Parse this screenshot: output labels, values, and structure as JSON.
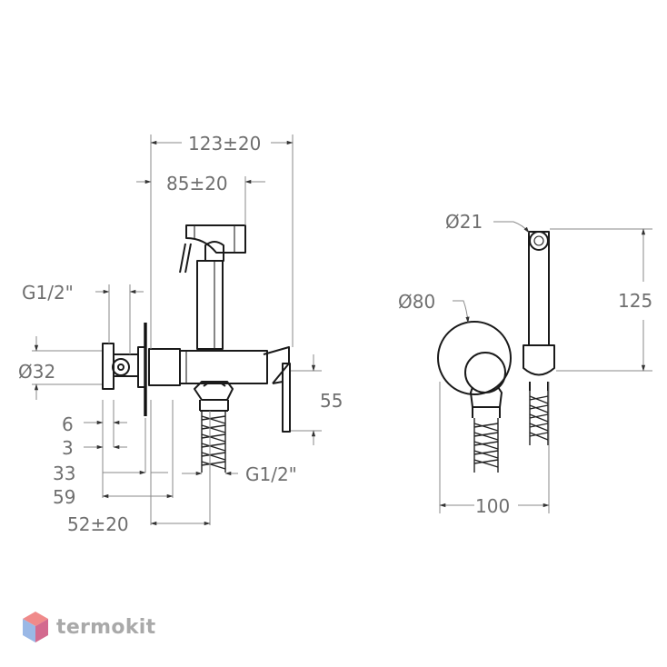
{
  "drawing": {
    "side_view": {
      "dim_total_width": "123±20",
      "dim_spout_width": "85±20",
      "dim_inlet_thread": "G1/2\"",
      "dim_rosette_diameter": "Ø32",
      "dim_6": "6",
      "dim_3": "3",
      "dim_33": "33",
      "dim_59": "59",
      "dim_offset": "52±20",
      "dim_outlet_thread": "G1/2\"",
      "dim_height": "55"
    },
    "front_view": {
      "dim_head_diameter": "Ø21",
      "dim_plate_diameter": "Ø80",
      "dim_head_height": "125",
      "dim_width": "100"
    }
  },
  "logo": {
    "text": "termokit",
    "colors": {
      "top": "#f08a8a",
      "left": "#9ab8e6",
      "right": "#d36a8f"
    }
  }
}
